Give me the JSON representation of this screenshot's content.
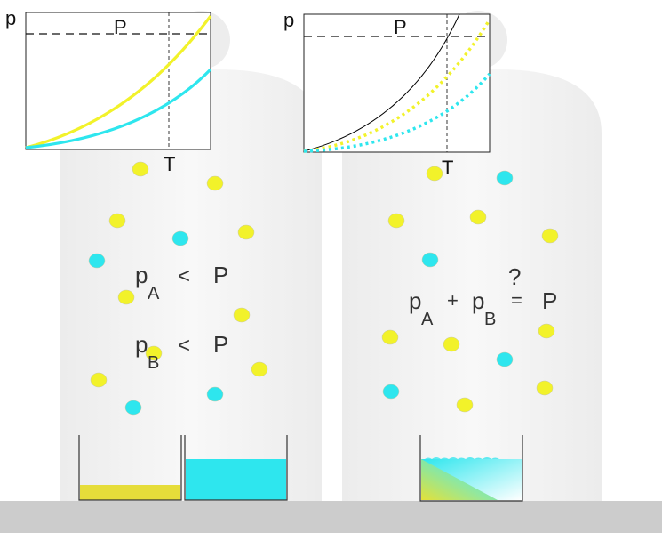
{
  "colors": {
    "gas_a": "#f2f22a",
    "gas_b": "#2ee6ee",
    "bell_jar": "#f3f3f3",
    "floor": "#cccccc",
    "ideal_curve": "#000000"
  },
  "left_panel": {
    "graph": {
      "y_axis_label": "p",
      "pressure_label": "P",
      "temperature_label": "T",
      "series": [
        {
          "color_key": "gas_a",
          "style": "solid"
        },
        {
          "color_key": "gas_b",
          "style": "solid"
        }
      ]
    },
    "relation_a": {
      "symbol": "p",
      "subscript": "A",
      "operator": "<",
      "rhs": "P"
    },
    "relation_b": {
      "symbol": "p",
      "subscript": "B",
      "operator": "<",
      "rhs": "P"
    },
    "beakers": [
      {
        "liquid": "gas_a",
        "fill_fraction": 0.2
      },
      {
        "liquid": "gas_b",
        "fill_fraction": 0.62
      }
    ]
  },
  "right_panel": {
    "graph": {
      "y_axis_label": "p",
      "pressure_label": "P",
      "temperature_label": "T",
      "series": [
        {
          "color_key": "ideal_curve",
          "style": "solid"
        },
        {
          "color_key": "gas_a",
          "style": "dotted"
        },
        {
          "color_key": "gas_b",
          "style": "dotted"
        }
      ]
    },
    "relation": {
      "term1": "p",
      "sub1": "A",
      "plus": "+",
      "term2": "p",
      "sub2": "B",
      "equals": "=",
      "rhs": "P",
      "question": "?"
    },
    "beaker": {
      "liquid": "mixture",
      "fill_fraction": 0.6
    }
  }
}
